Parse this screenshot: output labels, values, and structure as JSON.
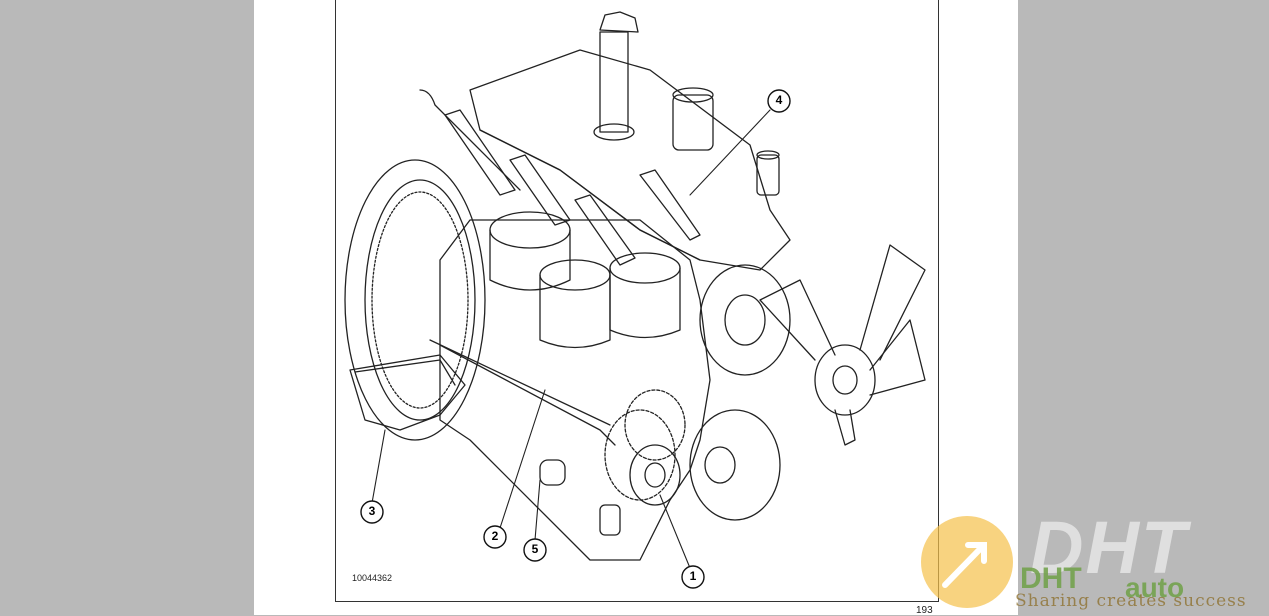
{
  "figure": {
    "id_label": "10044362",
    "callouts": [
      "1",
      "2",
      "3",
      "4",
      "5"
    ]
  },
  "page": {
    "number": "193"
  },
  "watermark": {
    "big_text": "DHT",
    "small_text_a": "DHT",
    "small_text_b": "auto",
    "slogan": "Sharing creates success",
    "colors": {
      "logo_circle": "#f5c04a",
      "green": "#6ea046"
    }
  }
}
